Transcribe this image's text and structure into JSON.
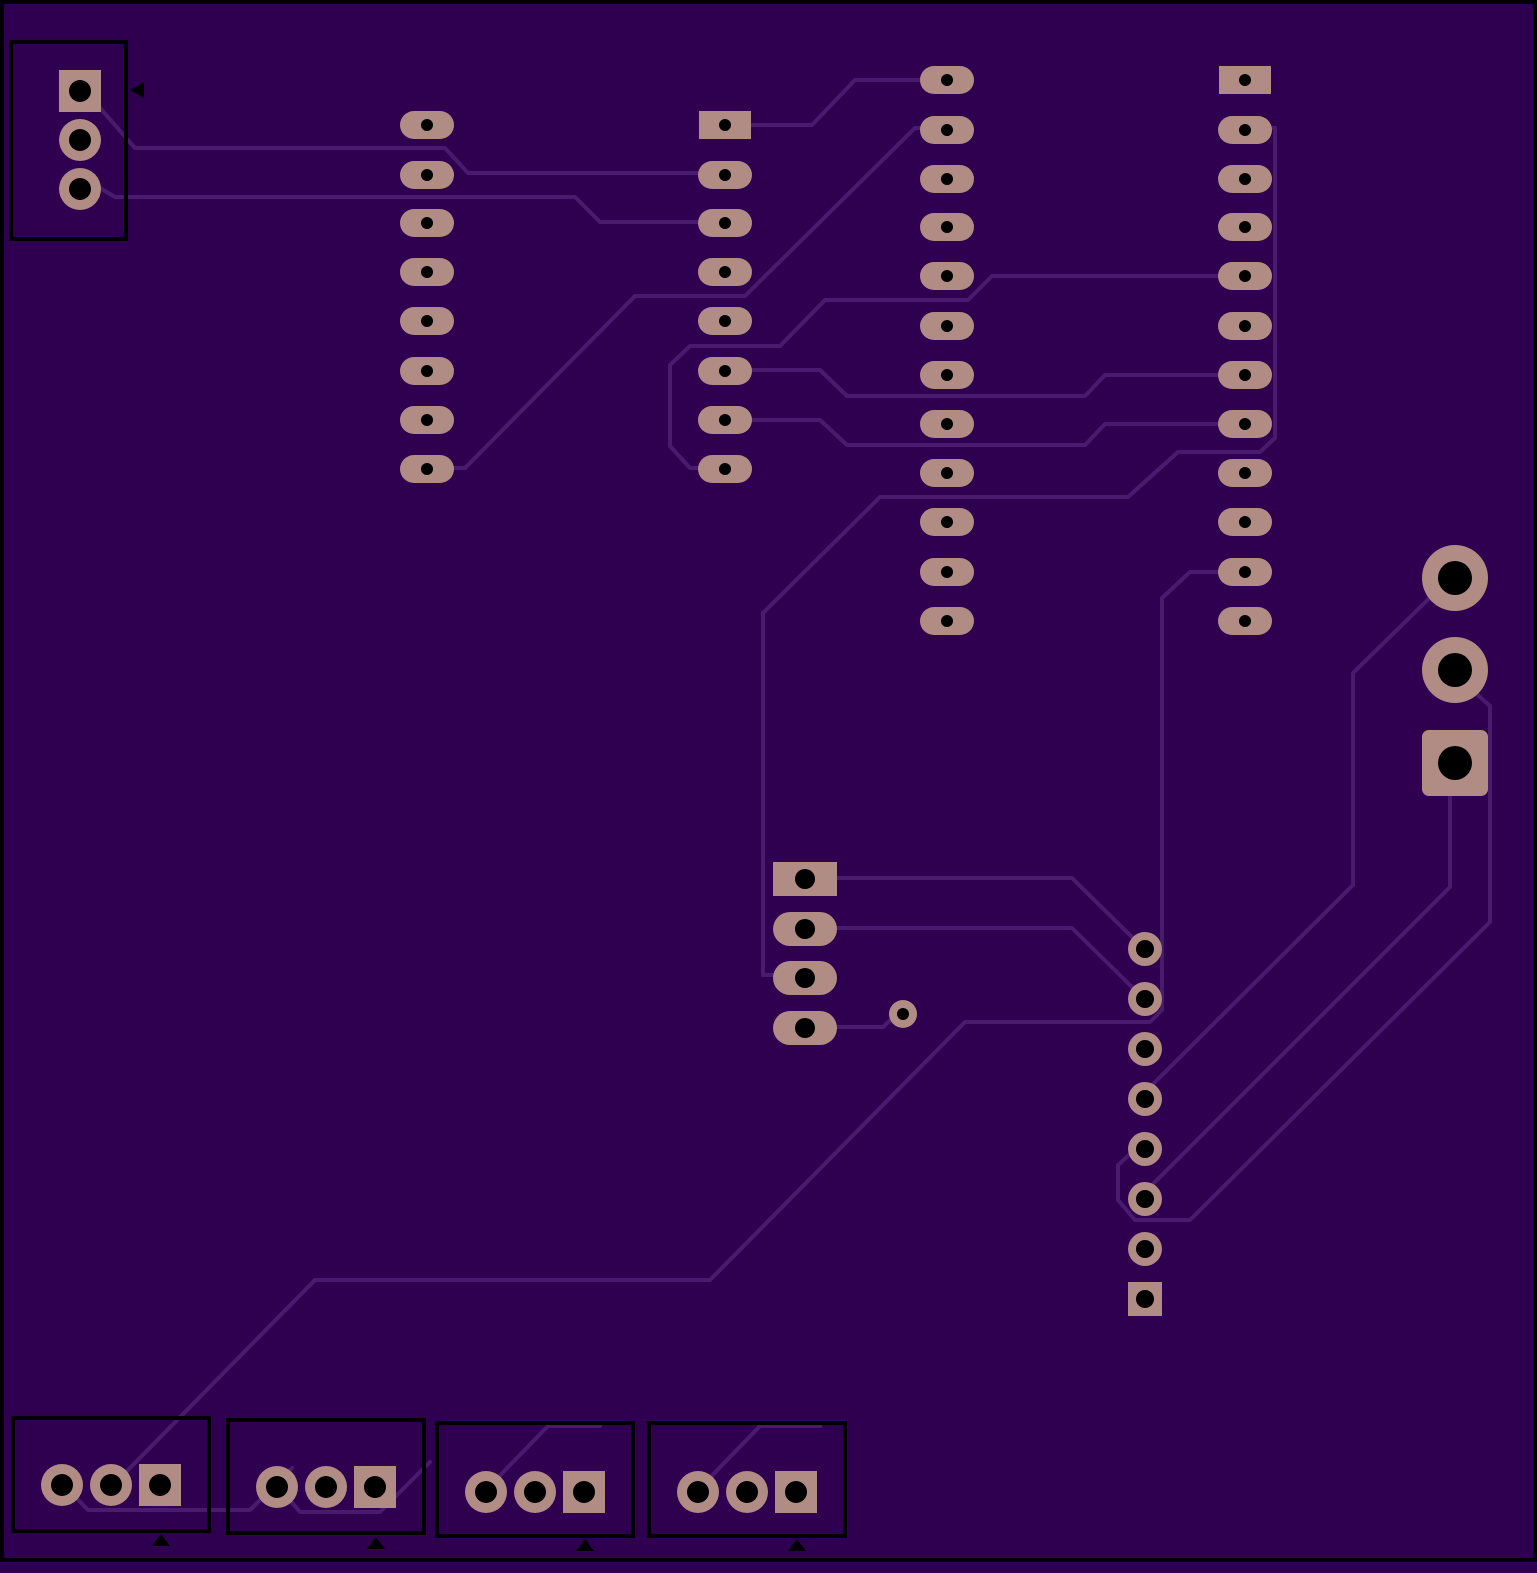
{
  "board": {
    "substrate_color": "#300050",
    "copper_color": "#b08c84",
    "trace_color": "#4a1a6e",
    "outline_color": "#000000",
    "drill_color": "#000000"
  },
  "components": [
    {
      "id": "header-3pin-top-left",
      "type": "pin-header",
      "pins": 3
    },
    {
      "id": "ic-socket-1",
      "type": "dip-socket",
      "pins": 16
    },
    {
      "id": "ic-socket-2",
      "type": "dip-socket",
      "pins": 24
    },
    {
      "id": "connector-4pin",
      "type": "pin-header",
      "pins": 4
    },
    {
      "id": "header-8pin-right",
      "type": "pin-header",
      "pins": 8
    },
    {
      "id": "power-jack",
      "type": "barrel-jack",
      "pins": 3
    },
    {
      "id": "header-3pin-bottom-1",
      "type": "pin-header",
      "pins": 3
    },
    {
      "id": "header-3pin-bottom-2",
      "type": "pin-header",
      "pins": 3
    },
    {
      "id": "header-3pin-bottom-3",
      "type": "pin-header",
      "pins": 3
    },
    {
      "id": "header-3pin-bottom-4",
      "type": "pin-header",
      "pins": 3
    },
    {
      "id": "via",
      "type": "via",
      "pins": 1
    }
  ]
}
